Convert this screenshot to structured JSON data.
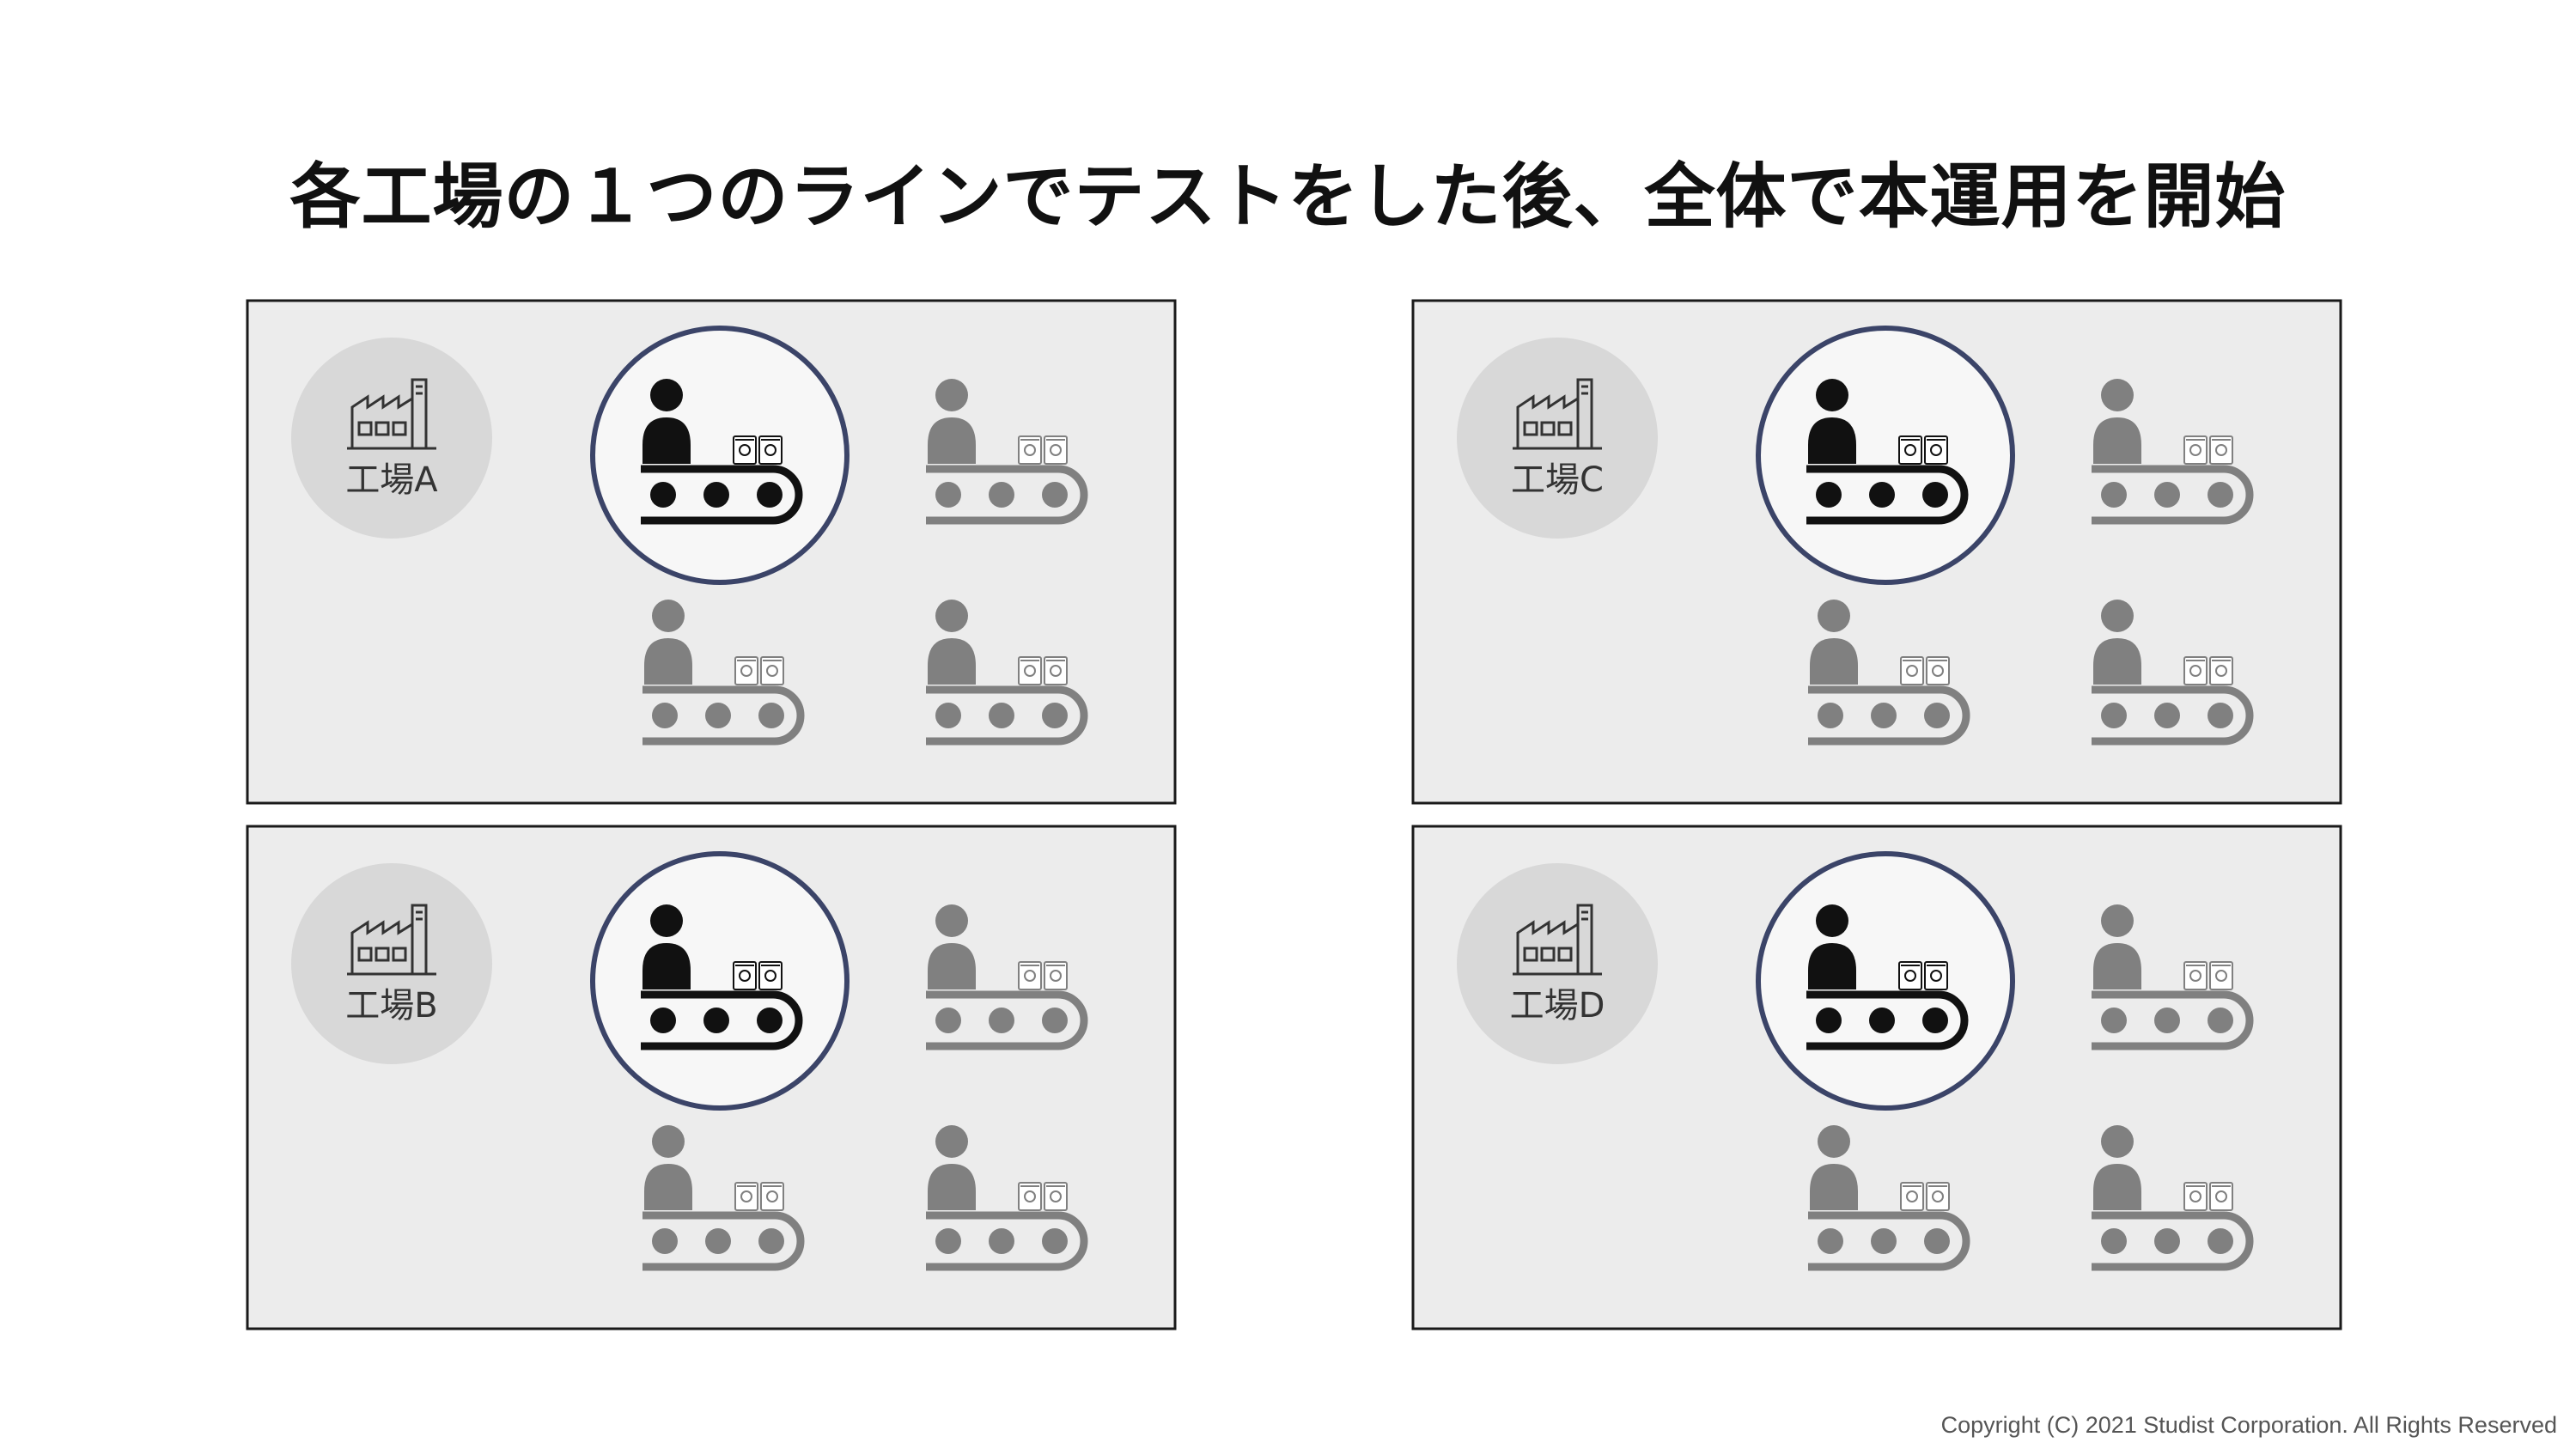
{
  "title": "各工場の１つのラインでテストをした後、全体で本運用を開始",
  "copyright": "Copyright (C) 2021 Studist Corporation. All Rights Reserved",
  "colors": {
    "panel_bg": "#ececec",
    "panel_border": "#1a1a1a",
    "factory_badge": "#d8d8d8",
    "highlight_ring": "#3b4468",
    "highlight_fill": "#f7f7f7",
    "active_line": "#111111",
    "inactive_line": "#808080"
  },
  "icons": {
    "factory": "factory-icon",
    "line": "production-line-icon",
    "worker": "worker-icon",
    "conveyor": "conveyor-belt-icon",
    "package": "package-icon"
  },
  "factories": [
    {
      "id": "a",
      "label": "工場A",
      "lines": [
        {
          "status": "test"
        },
        {
          "status": "idle"
        },
        {
          "status": "idle"
        },
        {
          "status": "idle"
        }
      ]
    },
    {
      "id": "c",
      "label": "工場C",
      "lines": [
        {
          "status": "test"
        },
        {
          "status": "idle"
        },
        {
          "status": "idle"
        },
        {
          "status": "idle"
        }
      ]
    },
    {
      "id": "b",
      "label": "工場B",
      "lines": [
        {
          "status": "test"
        },
        {
          "status": "idle"
        },
        {
          "status": "idle"
        },
        {
          "status": "idle"
        }
      ]
    },
    {
      "id": "d",
      "label": "工場D",
      "lines": [
        {
          "status": "test"
        },
        {
          "status": "idle"
        },
        {
          "status": "idle"
        },
        {
          "status": "idle"
        }
      ]
    }
  ]
}
